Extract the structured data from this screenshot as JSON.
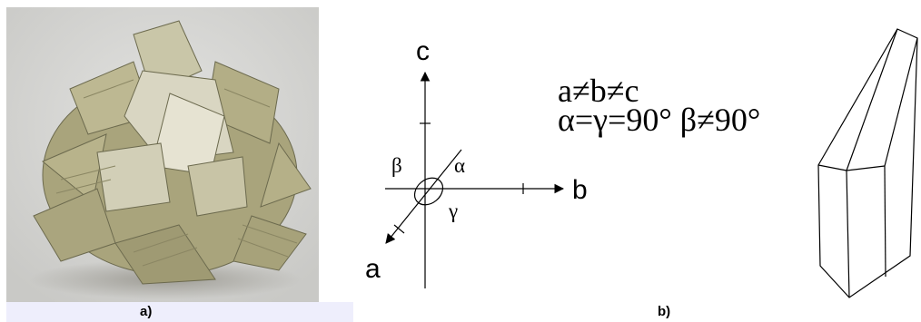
{
  "captions": {
    "a": "a)",
    "b": "b)"
  },
  "axes": {
    "c": "c",
    "b": "b",
    "a": "a"
  },
  "angles": {
    "alpha": "α",
    "beta": "β",
    "gamma": "γ"
  },
  "relations": {
    "line1": "a≠b≠c",
    "line2": "α=γ=90° β≠90°"
  },
  "photo": {
    "subject": "mineral-crystal-cluster",
    "background": "#d7d7d5",
    "crystal_color": "#b9b48e"
  }
}
